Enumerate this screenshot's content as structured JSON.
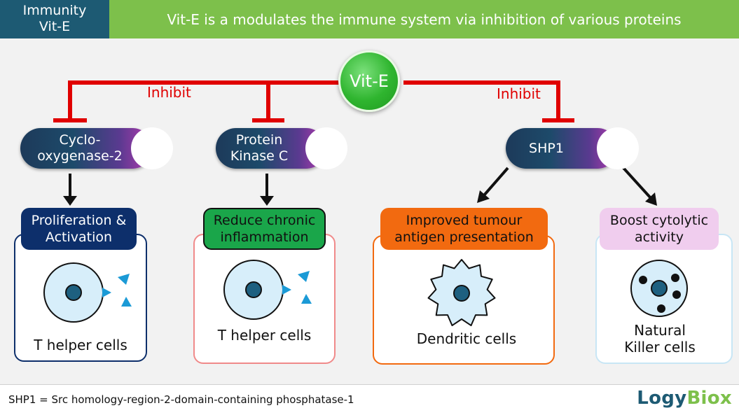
{
  "header": {
    "left_line1": "Immunity",
    "left_line2": "Vit-E",
    "title": "Vit-E is a modulates the immune system via inhibition of various proteins"
  },
  "center_node": "Vit-E",
  "inhibit_labels": [
    "Inhibit",
    "Inhibit"
  ],
  "proteins": [
    {
      "line1": "Cyclo-",
      "line2": "oxygenase-2"
    },
    {
      "line1": "Protein",
      "line2": "Kinase C"
    },
    {
      "line1": "SHP1",
      "line2": ""
    }
  ],
  "outcomes": [
    {
      "title_line1": "Proliferation &",
      "title_line2": "Activation",
      "caption_line1": "T helper cells",
      "caption_line2": ""
    },
    {
      "title_line1": "Reduce chronic",
      "title_line2": "inflammation",
      "caption_line1": "T helper cells",
      "caption_line2": ""
    },
    {
      "title_line1": "Improved tumour",
      "title_line2": "antigen presentation",
      "caption_line1": "Dendritic cells",
      "caption_line2": ""
    },
    {
      "title_line1": "Boost cytolytic",
      "title_line2": "activity",
      "caption_line1": "Natural",
      "caption_line2": "Killer cells"
    }
  ],
  "footnote": "SHP1 = Src homology-region-2-domain-containing phosphatase-1",
  "logo": {
    "part1": "Logy",
    "part2": "Biox"
  },
  "colors": {
    "header_left": "#1d5a73",
    "header_right": "#7dc04b",
    "inhibit": "#e00000",
    "outcome1": "#0d2f6b",
    "outcome2": "#1aa64a",
    "outcome3": "#f26a10",
    "outcome4": "#f0cdee"
  }
}
